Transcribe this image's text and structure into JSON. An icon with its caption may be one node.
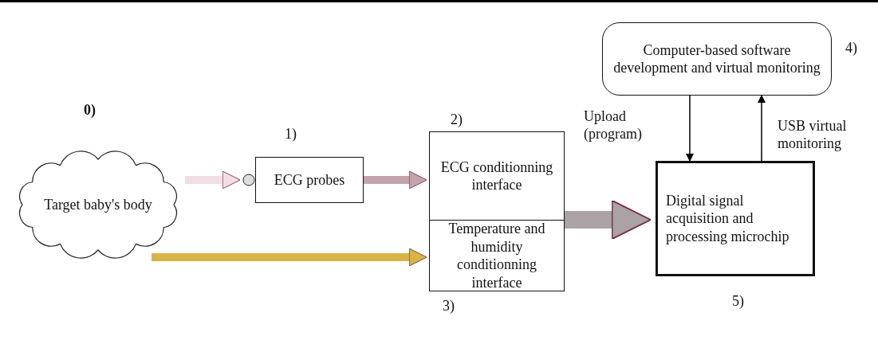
{
  "diagram": {
    "nodes": [
      {
        "text": [
          "Target baby's body"
        ],
        "beside": [
          "0)"
        ]
      },
      {
        "text": [
          "ECG probes"
        ],
        "beside": [
          "1)"
        ]
      },
      {
        "text": [
          "ECG conditionning interface"
        ],
        "beside": [
          "2)"
        ]
      },
      {
        "text": [
          "Temperature and humidity conditionning interface"
        ],
        "beside": [
          "3)"
        ]
      },
      {
        "text": [
          "Computer-based software development and virtual monitoring"
        ],
        "beside": [
          "4)"
        ]
      },
      {
        "text": [
          "Digital signal acquisition and processing microchip"
        ],
        "beside": [
          "5)"
        ]
      }
    ],
    "edges": [
      {
        "from": 0,
        "to": 1,
        "arrow": "to",
        "color": "#f2dde2"
      },
      {
        "from": 1,
        "to": 2,
        "arrow": "to",
        "color": "#c4a4ac"
      },
      {
        "from": 0,
        "to": 3,
        "arrow": "to",
        "color": "#d6b446"
      },
      {
        "from": 2,
        "to": 5,
        "arrow": "to",
        "style": "thick",
        "color": "#aaa2a4"
      },
      {
        "from": 4,
        "to": 5,
        "arrow": "to",
        "label": "Upload (program)"
      },
      {
        "from": 5,
        "to": 4,
        "arrow": "to",
        "label": "USB virtual monitoring"
      }
    ]
  }
}
